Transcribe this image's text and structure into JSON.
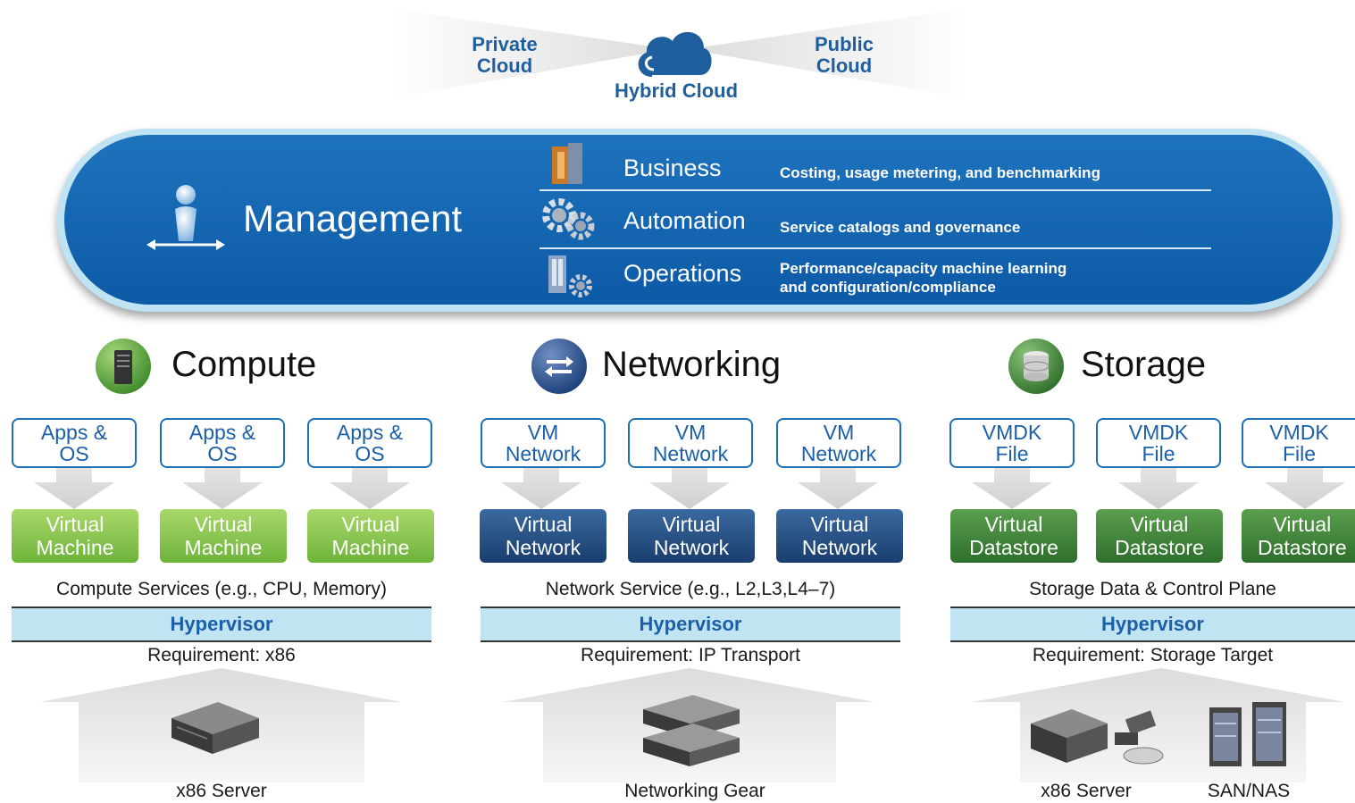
{
  "hybrid": {
    "private_label": "Private\nCloud",
    "public_label": "Public\nCloud",
    "hybrid_label": "Hybrid Cloud",
    "icon": "cloud-icon"
  },
  "management": {
    "title": "Management",
    "icon": "person-arrows-icon",
    "rows": [
      {
        "title": "Business",
        "desc": "Costing, usage metering, and benchmarking",
        "icon": "business-icon"
      },
      {
        "title": "Automation",
        "desc": "Service catalogs and governance",
        "icon": "gears-icon"
      },
      {
        "title": "Operations",
        "desc": "Performance/capacity machine learning\nand configuration/compliance",
        "icon": "operations-icon"
      }
    ]
  },
  "columns": [
    {
      "title": "Compute",
      "icon": "server-tower-icon",
      "top_boxes": [
        "Apps &\nOS",
        "Apps &\nOS",
        "Apps &\nOS"
      ],
      "virtual_boxes": [
        "Virtual\nMachine",
        "Virtual\nMachine",
        "Virtual\nMachine"
      ],
      "service": "Compute Services (e.g., CPU, Memory)",
      "hypervisor": "Hypervisor",
      "requirement": "Requirement: x86",
      "hardware": [
        "x86 Server"
      ]
    },
    {
      "title": "Networking",
      "icon": "network-arrows-icon",
      "top_boxes": [
        "VM\nNetwork",
        "VM\nNetwork",
        "VM\nNetwork"
      ],
      "virtual_boxes": [
        "Virtual\nNetwork",
        "Virtual\nNetwork",
        "Virtual\nNetwork"
      ],
      "service": "Network Service (e.g., L2,L3,L4–7)",
      "hypervisor": "Hypervisor",
      "requirement": "Requirement: IP Transport",
      "hardware": [
        "Networking Gear"
      ]
    },
    {
      "title": "Storage",
      "icon": "database-icon",
      "top_boxes": [
        "VMDK\nFile",
        "VMDK\nFile",
        "VMDK\nFile"
      ],
      "virtual_boxes": [
        "Virtual\nDatastore",
        "Virtual\nDatastore",
        "Virtual\nDatastore"
      ],
      "service": "Storage Data & Control Plane",
      "hypervisor": "Hypervisor",
      "requirement": "Requirement: Storage Target",
      "hardware": [
        "x86 Server",
        "SAN/NAS"
      ]
    }
  ],
  "colors": {
    "accent_blue": "#1b5fa8",
    "mgmt_blue": "#1566b2",
    "hypervisor_bar": "#c1e4f3",
    "vm_green": "#7cbe45",
    "network_navy": "#1f4573",
    "datastore_green": "#3a7d36"
  }
}
